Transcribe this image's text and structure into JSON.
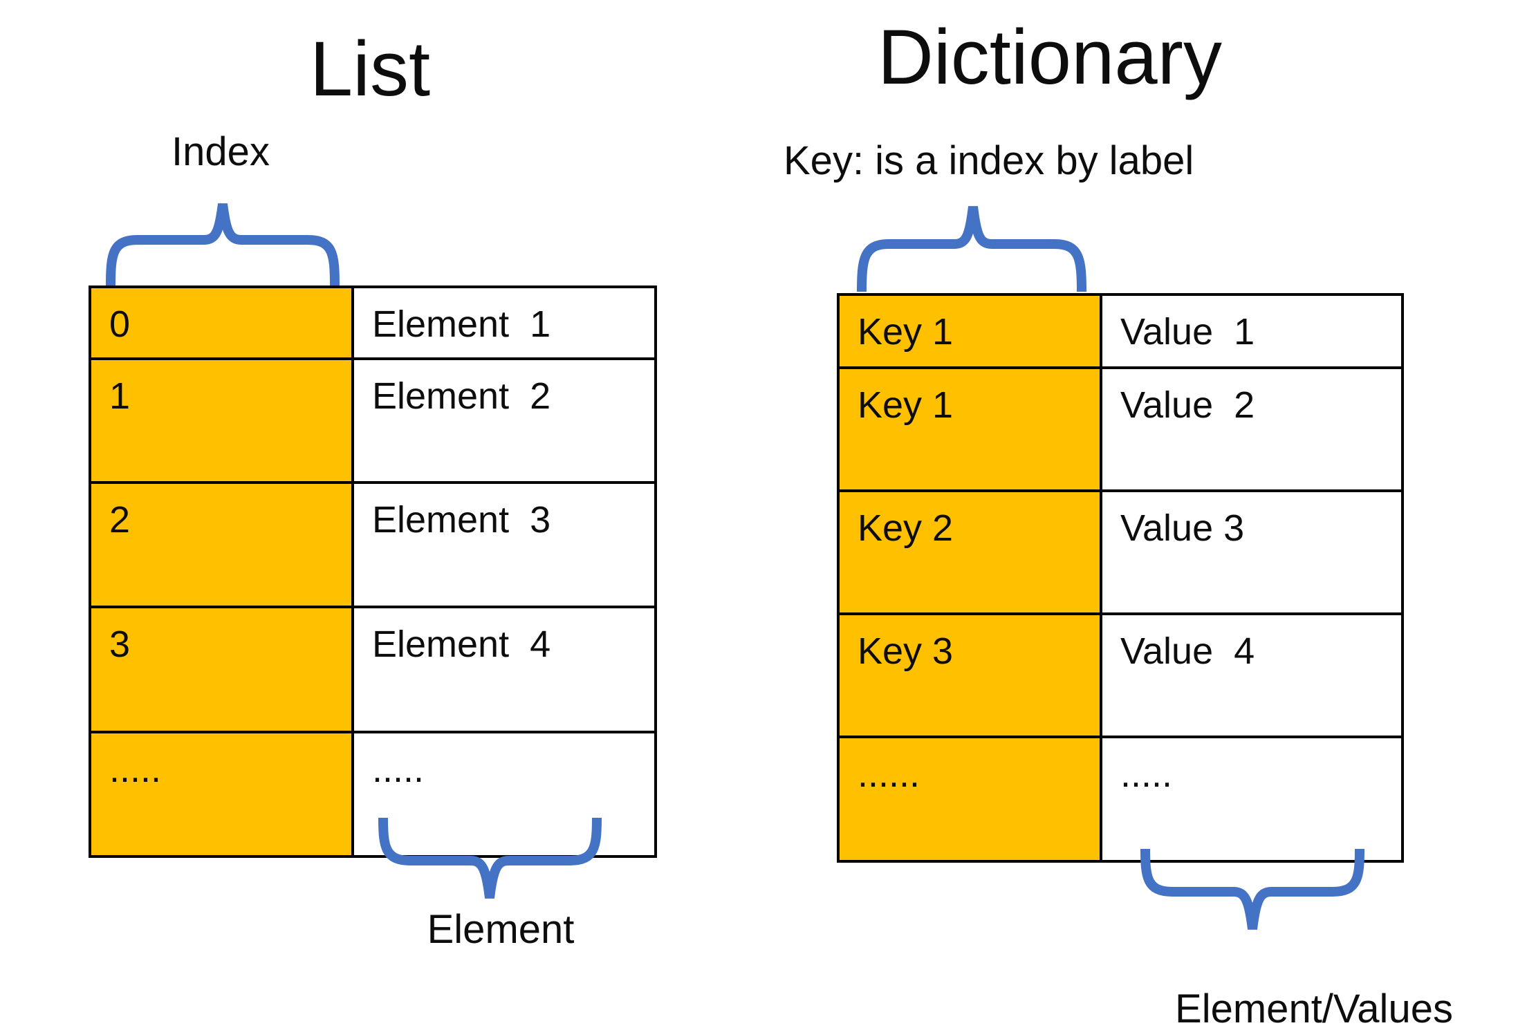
{
  "colors": {
    "accent_blue": "#4472C4",
    "index_cell_fill": "#FFC000",
    "table_border": "#000000",
    "background": "#FFFFFF"
  },
  "icons": {
    "index_brace": "curly-brace-up",
    "key_brace": "curly-brace-up",
    "element_brace": "curly-brace-down",
    "values_brace": "curly-brace-down"
  },
  "list_panel": {
    "title": "List",
    "index_label": "Index",
    "element_label": "Element",
    "rows": [
      {
        "index": "0",
        "element": "Element  1"
      },
      {
        "index": "1",
        "element": "Element  2"
      },
      {
        "index": "2",
        "element": "Element  3"
      },
      {
        "index": "3",
        "element": "Element  4"
      },
      {
        "index": ".....",
        "element": "....."
      }
    ]
  },
  "dictionary_panel": {
    "title": "Dictionary",
    "key_label": "Key: is a index by label",
    "values_label": "Element/Values",
    "rows": [
      {
        "key": "Key 1",
        "value": "Value  1"
      },
      {
        "key": "Key 1",
        "value": "Value  2"
      },
      {
        "key": "Key 2",
        "value": "Value 3"
      },
      {
        "key": "Key 3",
        "value": "Value  4"
      },
      {
        "key": "......",
        "value": "....."
      }
    ]
  }
}
